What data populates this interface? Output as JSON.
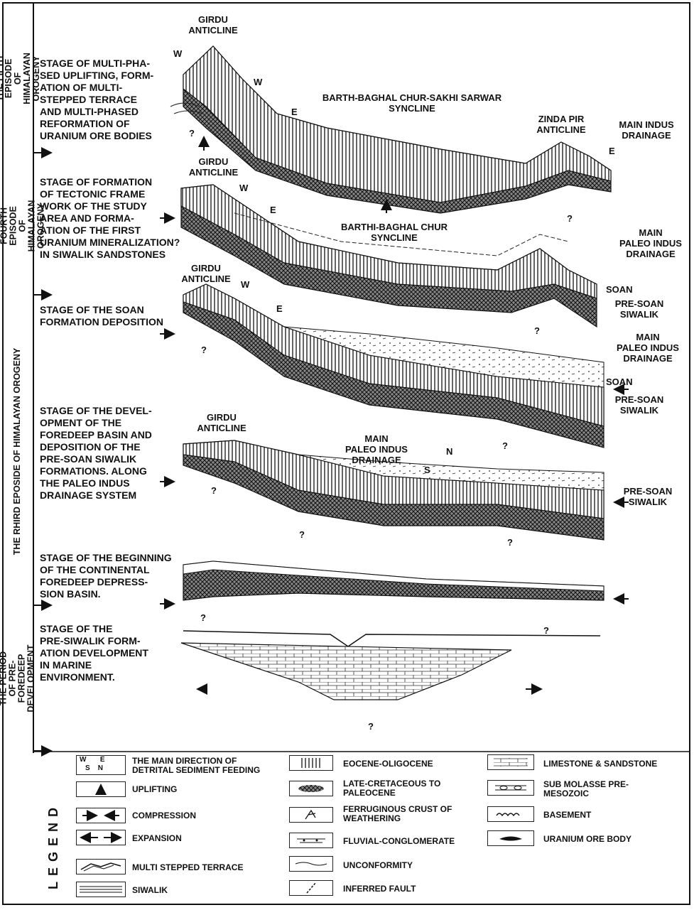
{
  "episodes": [
    {
      "text": "THE FIFTH EPISODE OF\nHIMALAYAN OROGENY"
    },
    {
      "text": "THE FOURTH EPISODE OF\nHIMALAYAN OROGENY"
    },
    {
      "text": "THE RHIRD EPOSIDE OF HIMALAYAN OROGENY"
    },
    {
      "text": "THE PERIOD OF PRE-\nFOREDEEP DEVELOPMENT"
    }
  ],
  "stages": [
    "STAGE OF MULTI-PHA-\nSED UPLIFTING, FORM-\nATION OF MULTI-\nSTEPPED TERRACE\nAND MULTI-PHASED\nREFORMATION OF\nURANIUM ORE BODIES",
    "STAGE OF FORMATION\nOF TECTONIC FRAME\nWORK OF THE STUDY\nAREA AND FORMA-\nATION OF THE FIRST\nURANIUM MINERALIZATION?\nIN SIWALIK SANDSTONES",
    "STAGE OF THE SOAN\nFORMATION DEPOSITION",
    "STAGE OF THE DEVEL-\nOPMENT OF THE\nFOREDEEP BASIN AND\nDEPOSITION OF THE\nPRE-SOAN SIWALIK\nFORMATIONS. ALONG\nTHE PALEO INDUS\nDRAINAGE SYSTEM",
    "STAGE OF THE BEGINNING\nOF THE CONTINENTAL\nFOREDEEP DEPRESS-\nSION BASIN.",
    "STAGE OF THE\nPRE-SIWALIK FORM-\nATION DEVELOPMENT\nIN MARINE\nENVIRONMENT."
  ],
  "labels": {
    "girdu_anticline": "GIRDU\nANTICLINE",
    "w": "W",
    "e": "E",
    "syncline1": "BARTH-BAGHAL CHUR-SAKHI SARWAR\nSYNCLINE",
    "zinda_pir": "ZINDA PIR\nANTICLINE",
    "main_indus": "MAIN INDUS\nDRAINAGE",
    "syncline2": "BARTHI-BAGHAL CHUR\nSYNCLINE",
    "main_paleo_indus": "MAIN\nPALEO INDUS\nDRAINAGE",
    "soan": "SOAN",
    "pre_soan_siwalik": "PRE-SOAN\nSIWALIK",
    "main_paleo_indus_drainage_2": "MAIN\nPALEO INDUS\nDRAINAGE",
    "n": "N",
    "s": "S",
    "q": "?"
  },
  "legend": {
    "title": "LEGEND",
    "items": [
      {
        "symbol": "direction-arrow",
        "label": "THE MAIN DIRECTION OF\nDETRITAL SEDIMENT FEEDING",
        "sym_text_top": "W       E",
        "sym_text_bottom": "S    N"
      },
      {
        "symbol": "uplift-arrow",
        "label": "UPLIFTING"
      },
      {
        "symbol": "compression-arrows",
        "label": "COMPRESSION"
      },
      {
        "symbol": "expansion-arrows",
        "label": "EXPANSION"
      },
      {
        "symbol": "terrace",
        "label": "MULTI STEPPED TERRACE"
      },
      {
        "symbol": "siwalik-lines",
        "label": "SIWALIK"
      },
      {
        "symbol": "eocene-hatch",
        "label": "EOCENE-OLIGOCENE"
      },
      {
        "symbol": "late-cretaceous-blob",
        "label": "LATE-CRETACEOUS TO\nPALEOCENE"
      },
      {
        "symbol": "ferruginous-crust",
        "label": "FERRUGINOUS CRUST OF\nWEATHERING"
      },
      {
        "symbol": "fluvial-conglomerate",
        "label": "FLUVIAL-CONGLOMERATE"
      },
      {
        "symbol": "unconformity-line",
        "label": "UNCONFORMITY"
      },
      {
        "symbol": "inferred-fault",
        "label": "INFERRED FAULT"
      },
      {
        "symbol": "limestone-sandstone",
        "label": "LIMESTONE & SANDSTONE"
      },
      {
        "symbol": "sub-molasse",
        "label": "SUB MOLASSE PRE-\nMESOZOIC"
      },
      {
        "symbol": "basement",
        "label": "BASEMENT"
      },
      {
        "symbol": "uranium-ore",
        "label": "URANIUM ORE BODY"
      }
    ]
  }
}
